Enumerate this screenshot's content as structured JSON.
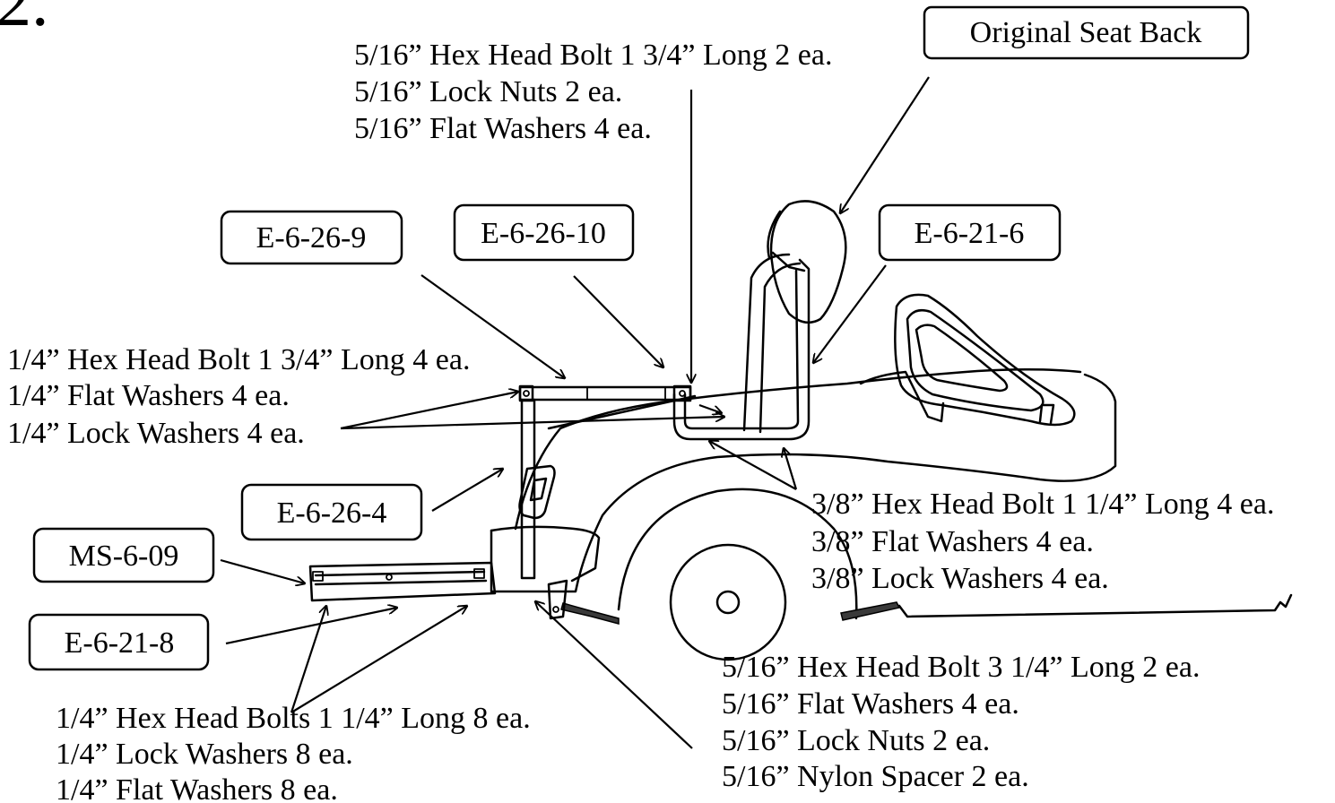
{
  "step_number": "2.",
  "part_labels": {
    "original_seat_back": "Original Seat Back",
    "e_6_26_9": "E-6-26-9",
    "e_6_26_10": "E-6-26-10",
    "e_6_21_6": "E-6-21-6",
    "e_6_26_4": "E-6-26-4",
    "ms_6_09": "MS-6-09",
    "e_6_21_8": "E-6-21-8"
  },
  "hardware": {
    "top_center": [
      "5/16” Hex Head Bolt 1 3/4” Long 2 ea.",
      "5/16” Lock Nuts 2 ea.",
      "5/16” Flat Washers 4 ea."
    ],
    "left_upper": [
      "1/4” Hex Head Bolt 1 3/4” Long 4 ea.",
      "1/4” Flat Washers 4 ea.",
      "1/4” Lock Washers 4 ea."
    ],
    "right_middle": [
      "3/8” Hex Head Bolt 1 1/4” Long 4 ea.",
      "3/8” Flat Washers 4 ea.",
      "3/8” Lock Washers 4 ea."
    ],
    "right_lower": [
      "5/16” Hex Head Bolt 3 1/4” Long 2 ea.",
      "5/16” Flat Washers 4 ea.",
      "5/16” Lock Nuts 2 ea.",
      "5/16” Nylon Spacer 2 ea."
    ],
    "bottom_left": [
      "1/4” Hex Head Bolts 1 1/4” Long 8 ea.",
      "1/4” Lock Washers 8 ea.",
      "1/4” Flat Washers 8 ea."
    ]
  }
}
